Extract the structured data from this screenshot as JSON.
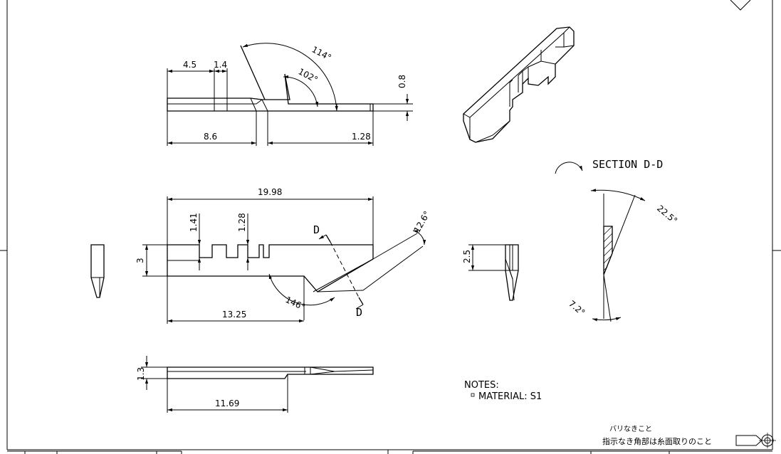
{
  "views": {
    "top": {
      "dimensions": {
        "d_4_5": "4.5",
        "d_1_4": "1.4",
        "d_0_8": "0.8",
        "d_8_6": "8.6",
        "d_1_28": "1.28",
        "a_114": "114°",
        "a_102": "102°"
      }
    },
    "front": {
      "dimensions": {
        "d_19_98": "19.98",
        "d_1_41": "1.41",
        "d_1_28": "1.28",
        "d_3": "3",
        "d_13_25": "13.25",
        "a_12_6": "12.6°",
        "a_146": "146°"
      },
      "section_marker_top": "D",
      "section_marker_bottom": "D"
    },
    "bottom": {
      "dimensions": {
        "d_1_3": "1.3",
        "d_11_69": "11.69"
      }
    },
    "side": {
      "dimensions": {
        "d_2_5": "2.5"
      }
    },
    "section": {
      "title": "SECTION D-D",
      "dimensions": {
        "a_22_5": "22.5°",
        "a_7_2": "7.2°"
      }
    }
  },
  "notes": {
    "heading": "NOTES:",
    "items": [
      "MATERIAL: S1"
    ]
  },
  "jp_notes": {
    "line1": "バリなきこと",
    "line2": "指示なき角部は糸面取りのこと"
  }
}
